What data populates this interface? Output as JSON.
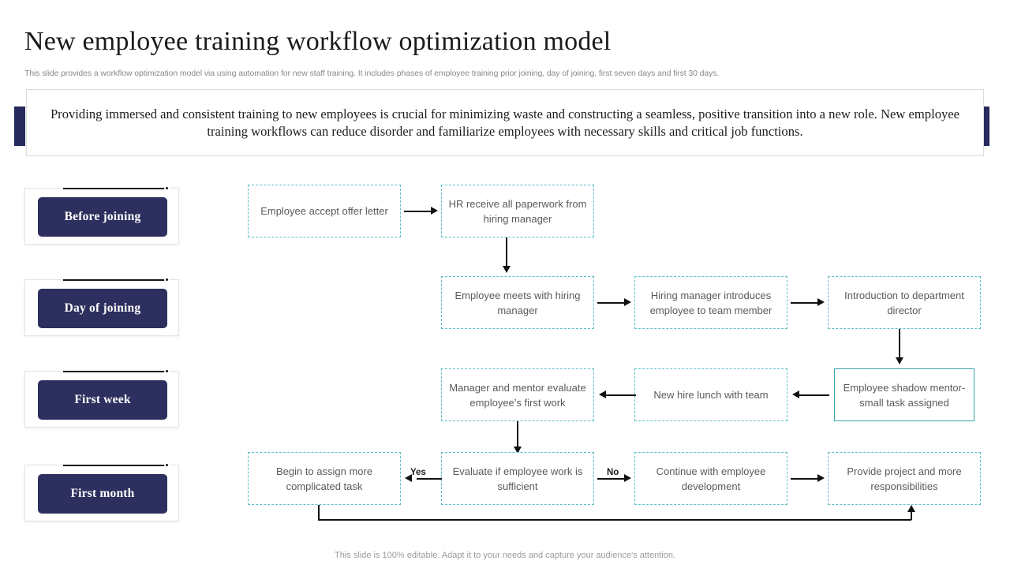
{
  "header": {
    "title": "New employee training workflow optimization model",
    "subtitle": "This slide provides a workflow optimization model via using automation for new staff training. It includes phases of employee training prior joining, day of joining, first seven days and first 30 days."
  },
  "banner": {
    "text": "Providing immersed and consistent training to new employees is crucial for minimizing waste and constructing a seamless, positive transition into a new role. New employee training workflows can reduce disorder and familiarize employees with necessary skills and critical job functions.",
    "accent_color": "#262a5c"
  },
  "phases": [
    {
      "label": "Before joining"
    },
    {
      "label": "Day of joining"
    },
    {
      "label": "First week"
    },
    {
      "label": "First month"
    }
  ],
  "flow": {
    "box_border_color": "#5fbfc4",
    "highlight_border_color": "#3aa3a8",
    "nodes": [
      {
        "id": "n1",
        "label": "Employee accept offer letter"
      },
      {
        "id": "n2",
        "label": "HR receive all paperwork from hiring manager"
      },
      {
        "id": "n3",
        "label": "Employee meets with hiring manager"
      },
      {
        "id": "n4",
        "label": "Hiring manager introduces employee to team member"
      },
      {
        "id": "n5",
        "label": "Introduction  to department director"
      },
      {
        "id": "n6",
        "label": "Manager and mentor evaluate  employee’s first work"
      },
      {
        "id": "n7",
        "label": "New hire lunch with team"
      },
      {
        "id": "n8",
        "label": "Employee shadow mentor- small task assigned"
      },
      {
        "id": "n9",
        "label": "Begin to assign more complicated task"
      },
      {
        "id": "n10",
        "label": "Evaluate if employee work is sufficient"
      },
      {
        "id": "n11",
        "label": "Continue with employee development"
      },
      {
        "id": "n12",
        "label": "Provide project and more responsibilities"
      }
    ],
    "edge_labels": {
      "yes": "Yes",
      "no": "No"
    }
  },
  "footer": {
    "note": "This slide is 100% editable. Adapt it to your needs and capture your audience's attention."
  }
}
